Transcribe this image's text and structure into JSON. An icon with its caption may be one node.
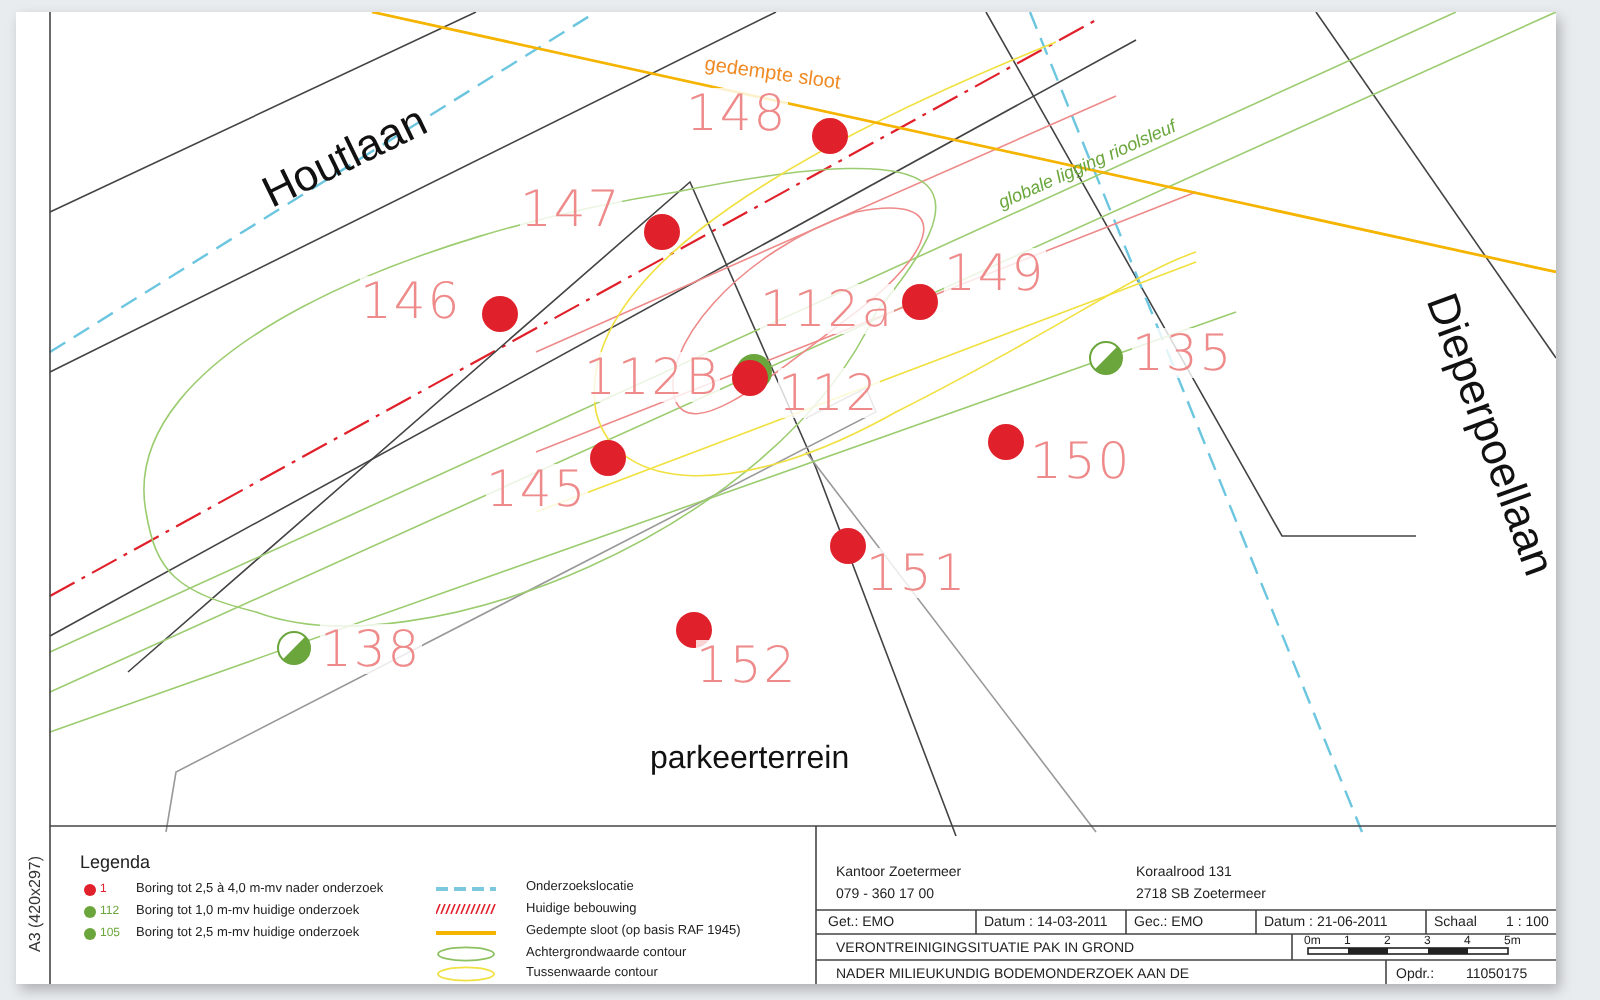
{
  "diagram": {
    "labels": [
      "Houtlaan",
      "gedempte sloot",
      "148",
      "globale ligging rioolsleuf",
      "147",
      "149",
      "146",
      "112a",
      "Dieperpoellaan",
      "135",
      "112B",
      "112",
      "145",
      "150",
      "151",
      "138",
      "152",
      "parkeerterrein",
      "A3 (420x297)",
      "Legenda",
      "1",
      "112",
      "105",
      "Kantoor Zoetermeer",
      "Koraalrood 131",
      "079 - 360 17 00",
      "2718 SB  Zoetermeer",
      "Get.: EMO",
      "Datum : 14-03-2011",
      "Gec.: EMO",
      "Datum : 21-06-2011",
      "Schaal",
      "1 : 100",
      "VERONTREINIGINGSITUATIE PAK IN GROND",
      "0m",
      "1",
      "2",
      "3",
      "4",
      "5m",
      "NADER MILIEUKUNDIG BODEMONDERZOEK AAN DE",
      "Opdr.:",
      "11050175"
    ],
    "legend": [
      {
        "text": "Boring tot 2,5 à 4,0 m-mv nader onderzoek"
      },
      {
        "text": "Boring tot 1,0 m-mv huidige onderzoek"
      },
      {
        "text": "Boring tot 2,5 m-mv huidige onderzoek"
      },
      {
        "text": "Onderzoekslocatie"
      },
      {
        "text": "Huidige bebouwing"
      },
      {
        "text": "Gedempte sloot (op basis RAF 1945)"
      },
      {
        "text": "Achtergrondwaarde contour"
      },
      {
        "text": "Tussenwaarde contour"
      }
    ]
  }
}
